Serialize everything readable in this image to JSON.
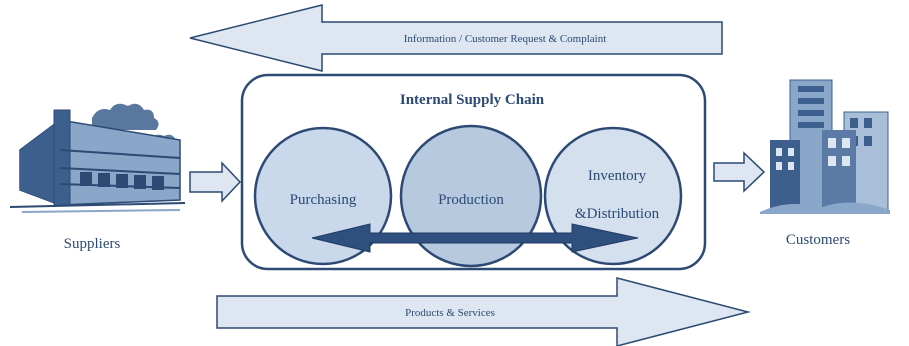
{
  "diagram": {
    "top_arrow_label": "Information / Customer Request & Complaint",
    "bottom_arrow_label": "Products & Services",
    "internal_chain_title": "Internal Supply Chain",
    "circles": [
      {
        "label": "Purchasing"
      },
      {
        "label": "Production"
      },
      {
        "label_line1": "Inventory",
        "label_line2": "&Distribution"
      }
    ],
    "suppliers_label": "Suppliers",
    "customers_label": "Customers"
  },
  "colors": {
    "outline": "#2c4a73",
    "arrow_fill": "#dde6f1",
    "circle_fill": "#c9d8ea",
    "circle_fill_center": "#b7c9df",
    "double_arrow": "#2f4f7f",
    "building": "#3d5f8e",
    "building_light": "#8aa6c8",
    "text": "#2c4a73"
  }
}
